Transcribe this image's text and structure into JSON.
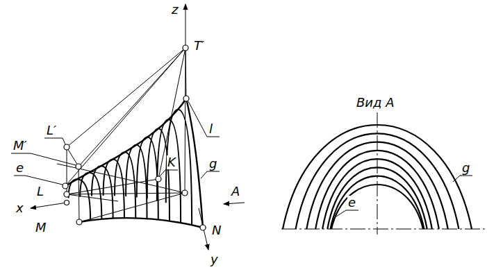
{
  "diagram": {
    "labels": [
      "z",
      "T′",
      "L′",
      "M′",
      "e",
      "l",
      "K",
      "g",
      "А",
      "L",
      "x",
      "M",
      "N",
      "y",
      "Вид А",
      "g",
      "e"
    ]
  }
}
